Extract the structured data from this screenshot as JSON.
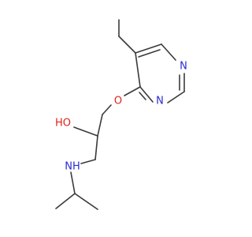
{
  "molecule": {
    "atoms": {
      "ring_n_top": "N",
      "ring_n_bottom": "N",
      "ether_o": "O",
      "hydroxyl": "HO",
      "amine_nh": "NH"
    },
    "colors": {
      "bond": "#3a3a3a",
      "nitrogen": "#2b2bd6",
      "oxygen": "#e0231b",
      "background": "#ffffff"
    }
  }
}
